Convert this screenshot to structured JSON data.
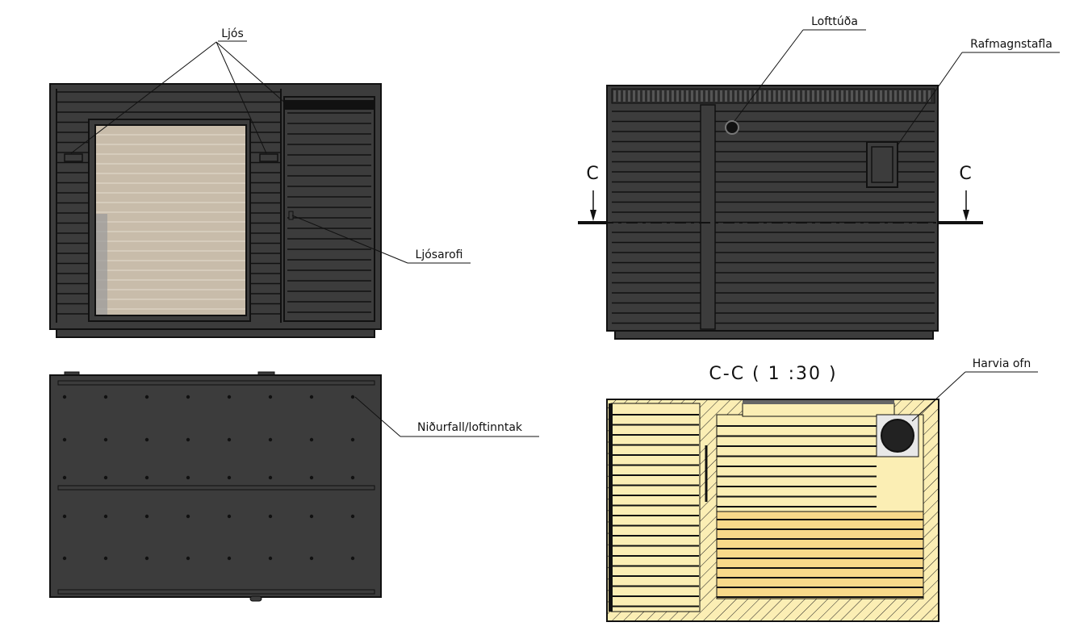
{
  "labels": {
    "lights": "Ljós",
    "light_switch": "Ljósarofi",
    "air_vent": "Lofttúða",
    "electrical_panel": "Rafmagnstafla",
    "drain_air_intake": "Niðurfall/loftinntak",
    "heater": "Harvia ofn",
    "section_left": "C",
    "section_right": "C",
    "section_title": "C-C ( 1 :30 )"
  },
  "colors": {
    "cladding": "#3c3c3c",
    "outline": "#111111",
    "glass": "#c8bcaa",
    "section_wood": "#fbeeb4",
    "bench_wood": "#f8d98a"
  }
}
